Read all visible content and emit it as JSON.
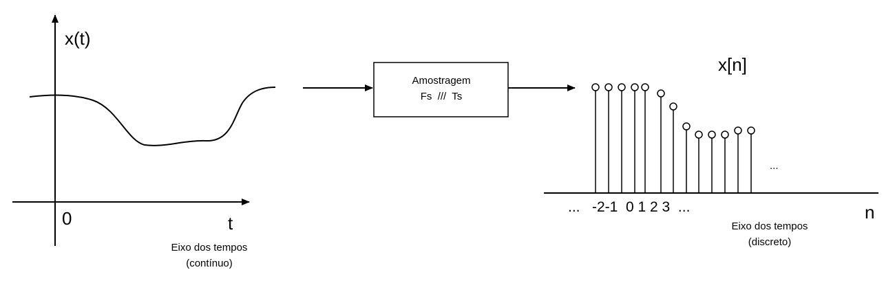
{
  "continuous": {
    "y_label": "x(t)",
    "origin_label": "0",
    "t_label": "t",
    "axis_caption_line1": "Eixo dos tempos",
    "axis_caption_line2": "(contínuo)"
  },
  "sampler": {
    "line1": "Amostragem",
    "line2": "Fs  ///  Ts"
  },
  "discrete": {
    "title": "x[n]",
    "n_label": "n",
    "tick_labels": "...   -2-1  0 1 2 3  ...",
    "trailing_dots": "...",
    "axis_caption_line1": "Eixo dos tempos",
    "axis_caption_line2": "(discreto)"
  }
}
